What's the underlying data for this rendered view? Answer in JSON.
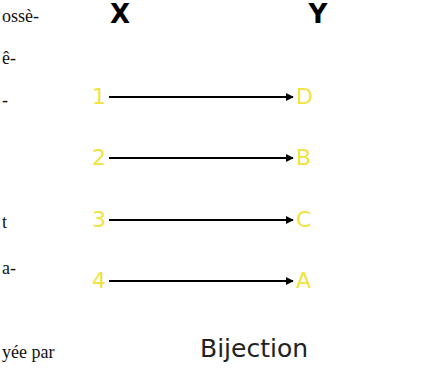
{
  "diagram": {
    "caption": "Bijection",
    "nodes": [
      {
        "text": [
          "X"
        ]
      },
      {
        "text": [
          "1"
        ],
        "in": 0
      },
      {
        "text": [
          "2"
        ],
        "in": 0
      },
      {
        "text": [
          "3"
        ],
        "in": 0
      },
      {
        "text": [
          "4"
        ],
        "in": 0
      },
      {
        "text": [
          "Y"
        ]
      },
      {
        "text": [
          "D"
        ],
        "in": 5
      },
      {
        "text": [
          "B"
        ],
        "in": 5
      },
      {
        "text": [
          "C"
        ],
        "in": 5
      },
      {
        "text": [
          "A"
        ],
        "in": 5
      }
    ],
    "edges": [
      {
        "from": 1,
        "to": 6,
        "arrow": "to"
      },
      {
        "from": 2,
        "to": 7,
        "arrow": "to"
      },
      {
        "from": 3,
        "to": 8,
        "arrow": "to"
      },
      {
        "from": 4,
        "to": 9,
        "arrow": "to"
      }
    ],
    "labels": [
      "ossè-",
      "ê-",
      "-",
      "t",
      "a-",
      "yée par"
    ]
  }
}
